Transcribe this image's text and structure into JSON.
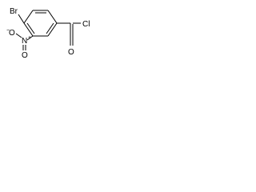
{
  "molecule": {
    "atoms": {
      "bromine": "Br",
      "nitro_oxygen": "O",
      "nitro_charge": "−",
      "nitro_nitrogen": "N",
      "nitro_positive": "+",
      "nitro_second_oxygen": "O",
      "carbonyl_oxygen": "O",
      "chlorine": "Cl"
    }
  }
}
